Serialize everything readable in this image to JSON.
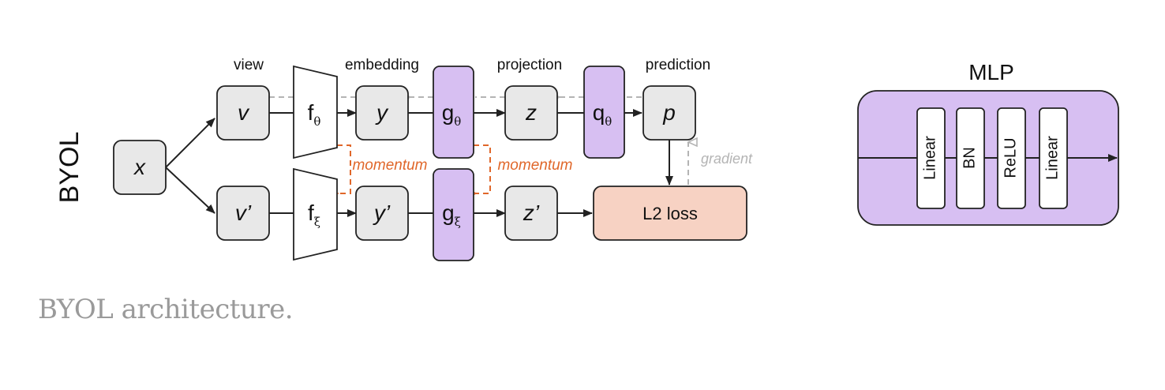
{
  "title": "BYOL",
  "headers": {
    "view": "view",
    "embedding": "embedding",
    "projection": "projection",
    "prediction": "prediction"
  },
  "nodes": {
    "x": "x",
    "v": "v",
    "v_prime": "v’",
    "y": "y",
    "y_prime": "y’",
    "z": "z",
    "z_prime": "z’",
    "p": "p",
    "loss": "L2 loss"
  },
  "networks": {
    "f_theta": {
      "base": "f",
      "sub": "θ"
    },
    "f_xi": {
      "base": "f",
      "sub": "ξ"
    },
    "g_theta": {
      "base": "g",
      "sub": "θ"
    },
    "g_xi": {
      "base": "g",
      "sub": "ξ"
    },
    "q_theta": {
      "base": "q",
      "sub": "θ"
    }
  },
  "annotations": {
    "momentum_1": "momentum",
    "momentum_2": "momentum",
    "gradient": "gradient"
  },
  "mlp": {
    "title": "MLP",
    "layers": [
      "Linear",
      "BN",
      "ReLU",
      "Linear"
    ]
  },
  "caption": "BYOL architecture.",
  "colors": {
    "node_fill": "#e8e8e8",
    "purple": "#d7bff2",
    "loss_fill": "#f7d2c3",
    "momentum": "#e0672a",
    "gradient": "#b4b4b4",
    "stroke": "#222222"
  }
}
